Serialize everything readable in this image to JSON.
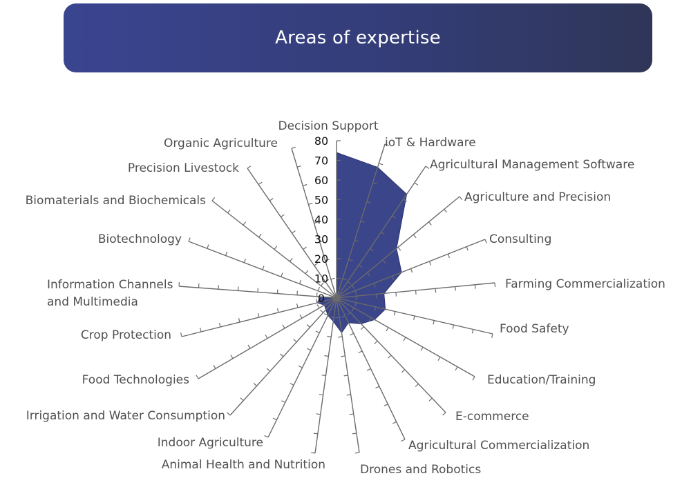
{
  "header": {
    "title": "Areas of expertise"
  },
  "chart_data": {
    "type": "radar",
    "title": "",
    "rlim": [
      0,
      80
    ],
    "ticks": [
      "0",
      "10",
      "20",
      "30",
      "40",
      "50",
      "60",
      "70",
      "80"
    ],
    "grid": false,
    "categories": [
      "Decision Support",
      "ioT & Hardware",
      "Agricultural Management Software",
      "Agriculture and Precision",
      "Consulting",
      "Farming Commercialization",
      "Food Safety",
      "Education/Training",
      "E-commerce",
      "Agricultural Commercialization",
      "Drones and Robotics",
      "Animal Health and Nutrition",
      "Indoor Agriculture",
      "Irrigation and Water Consumption",
      "Food Technologies",
      "Crop Protection",
      "Information Channels and Multimedia",
      "Biotechnology",
      "Biomaterials and Biochemicals",
      "Precision Livestock",
      "Organic Agriculture"
    ],
    "series": [
      {
        "color": "#353f86",
        "values": [
          74,
          68,
          63,
          39,
          35,
          24,
          25,
          22,
          18,
          14,
          18,
          12,
          10,
          8,
          7,
          10,
          8,
          1,
          0,
          0,
          0
        ]
      }
    ]
  }
}
